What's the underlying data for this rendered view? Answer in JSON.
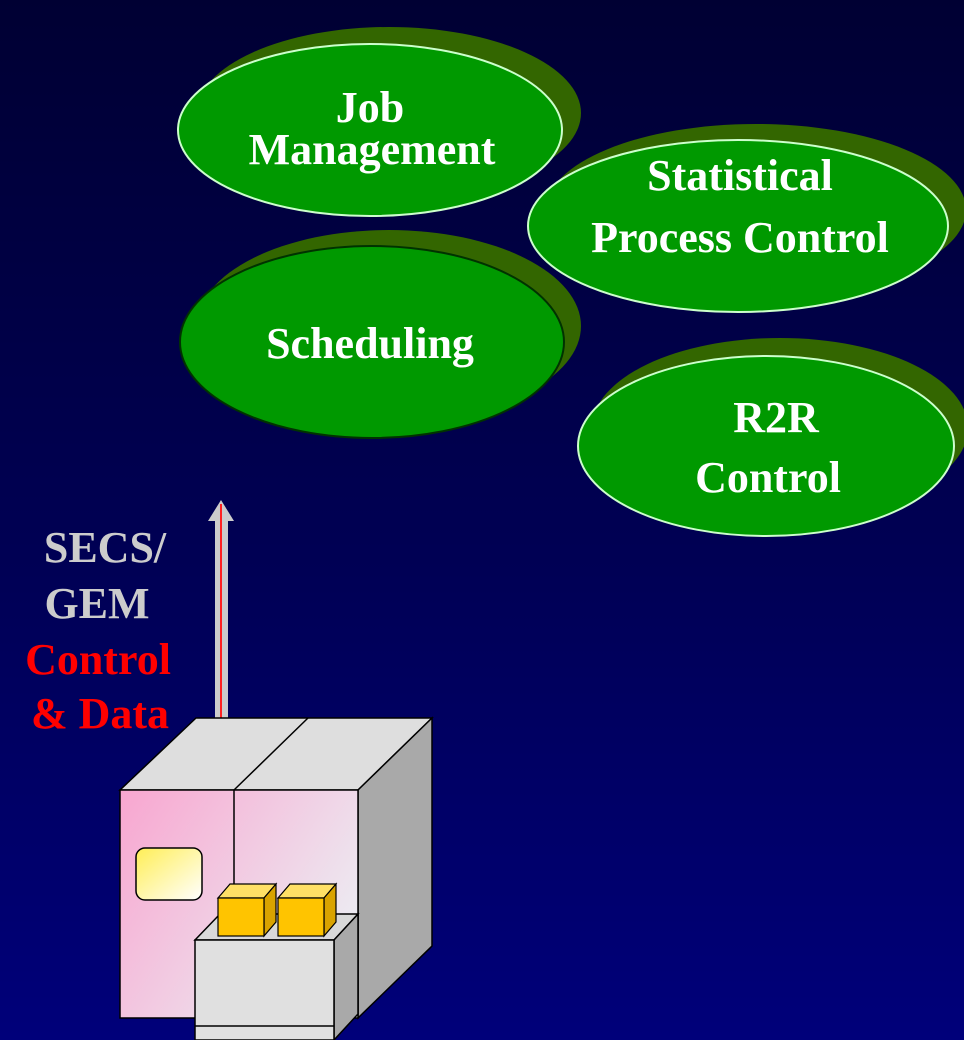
{
  "bubbles": {
    "job_management": {
      "line1": "Job",
      "line2": "Management"
    },
    "spc": {
      "line1": "Statistical",
      "line2": "Process Control"
    },
    "scheduling": {
      "label": "Scheduling"
    },
    "r2r": {
      "line1": "R2R",
      "line2": "Control"
    }
  },
  "link_label": {
    "line1": "SECS/",
    "line2": "GEM",
    "line3": "Control",
    "line4": "& Data"
  },
  "colors": {
    "background_top": "#000033",
    "background_bottom": "#00007a",
    "bubble_fill": "#009900",
    "bubble_shadow": "#336600",
    "bubble_outline": "#ccffcc",
    "label_grey": "#cccccc",
    "label_red": "#ff0000",
    "tool_front": "#f4a6cf",
    "tool_side": "#a9a9a9",
    "tool_cubes": "#ffcc00"
  },
  "icons": {
    "equipment": "process-tool-icon",
    "arrow": "up-arrow-icon"
  }
}
